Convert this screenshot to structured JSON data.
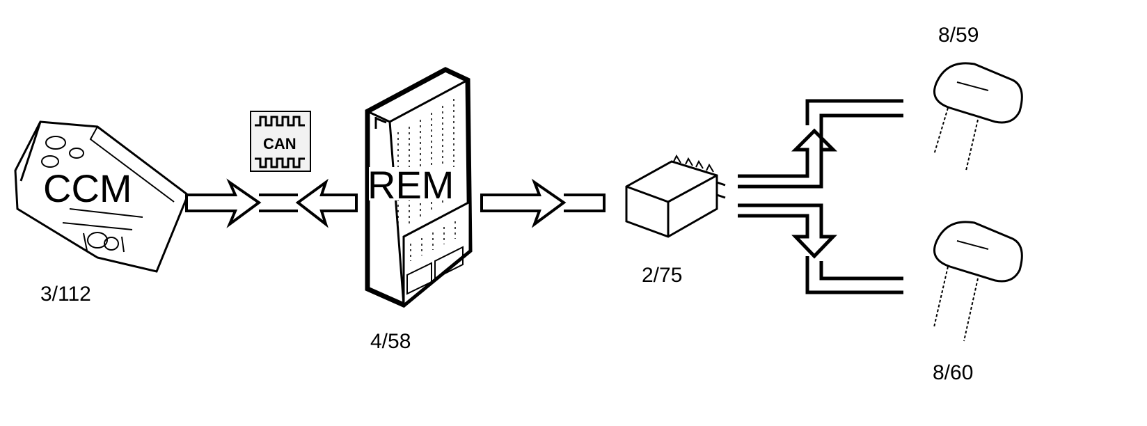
{
  "modules": {
    "ccm": {
      "name": "CCM",
      "id": "3/112"
    },
    "rem": {
      "name": "REM",
      "id": "4/58"
    },
    "relay": {
      "id": "2/75"
    },
    "headrest_upper": {
      "id": "8/59"
    },
    "headrest_lower": {
      "id": "8/60"
    }
  },
  "bus": {
    "label": "CAN"
  }
}
